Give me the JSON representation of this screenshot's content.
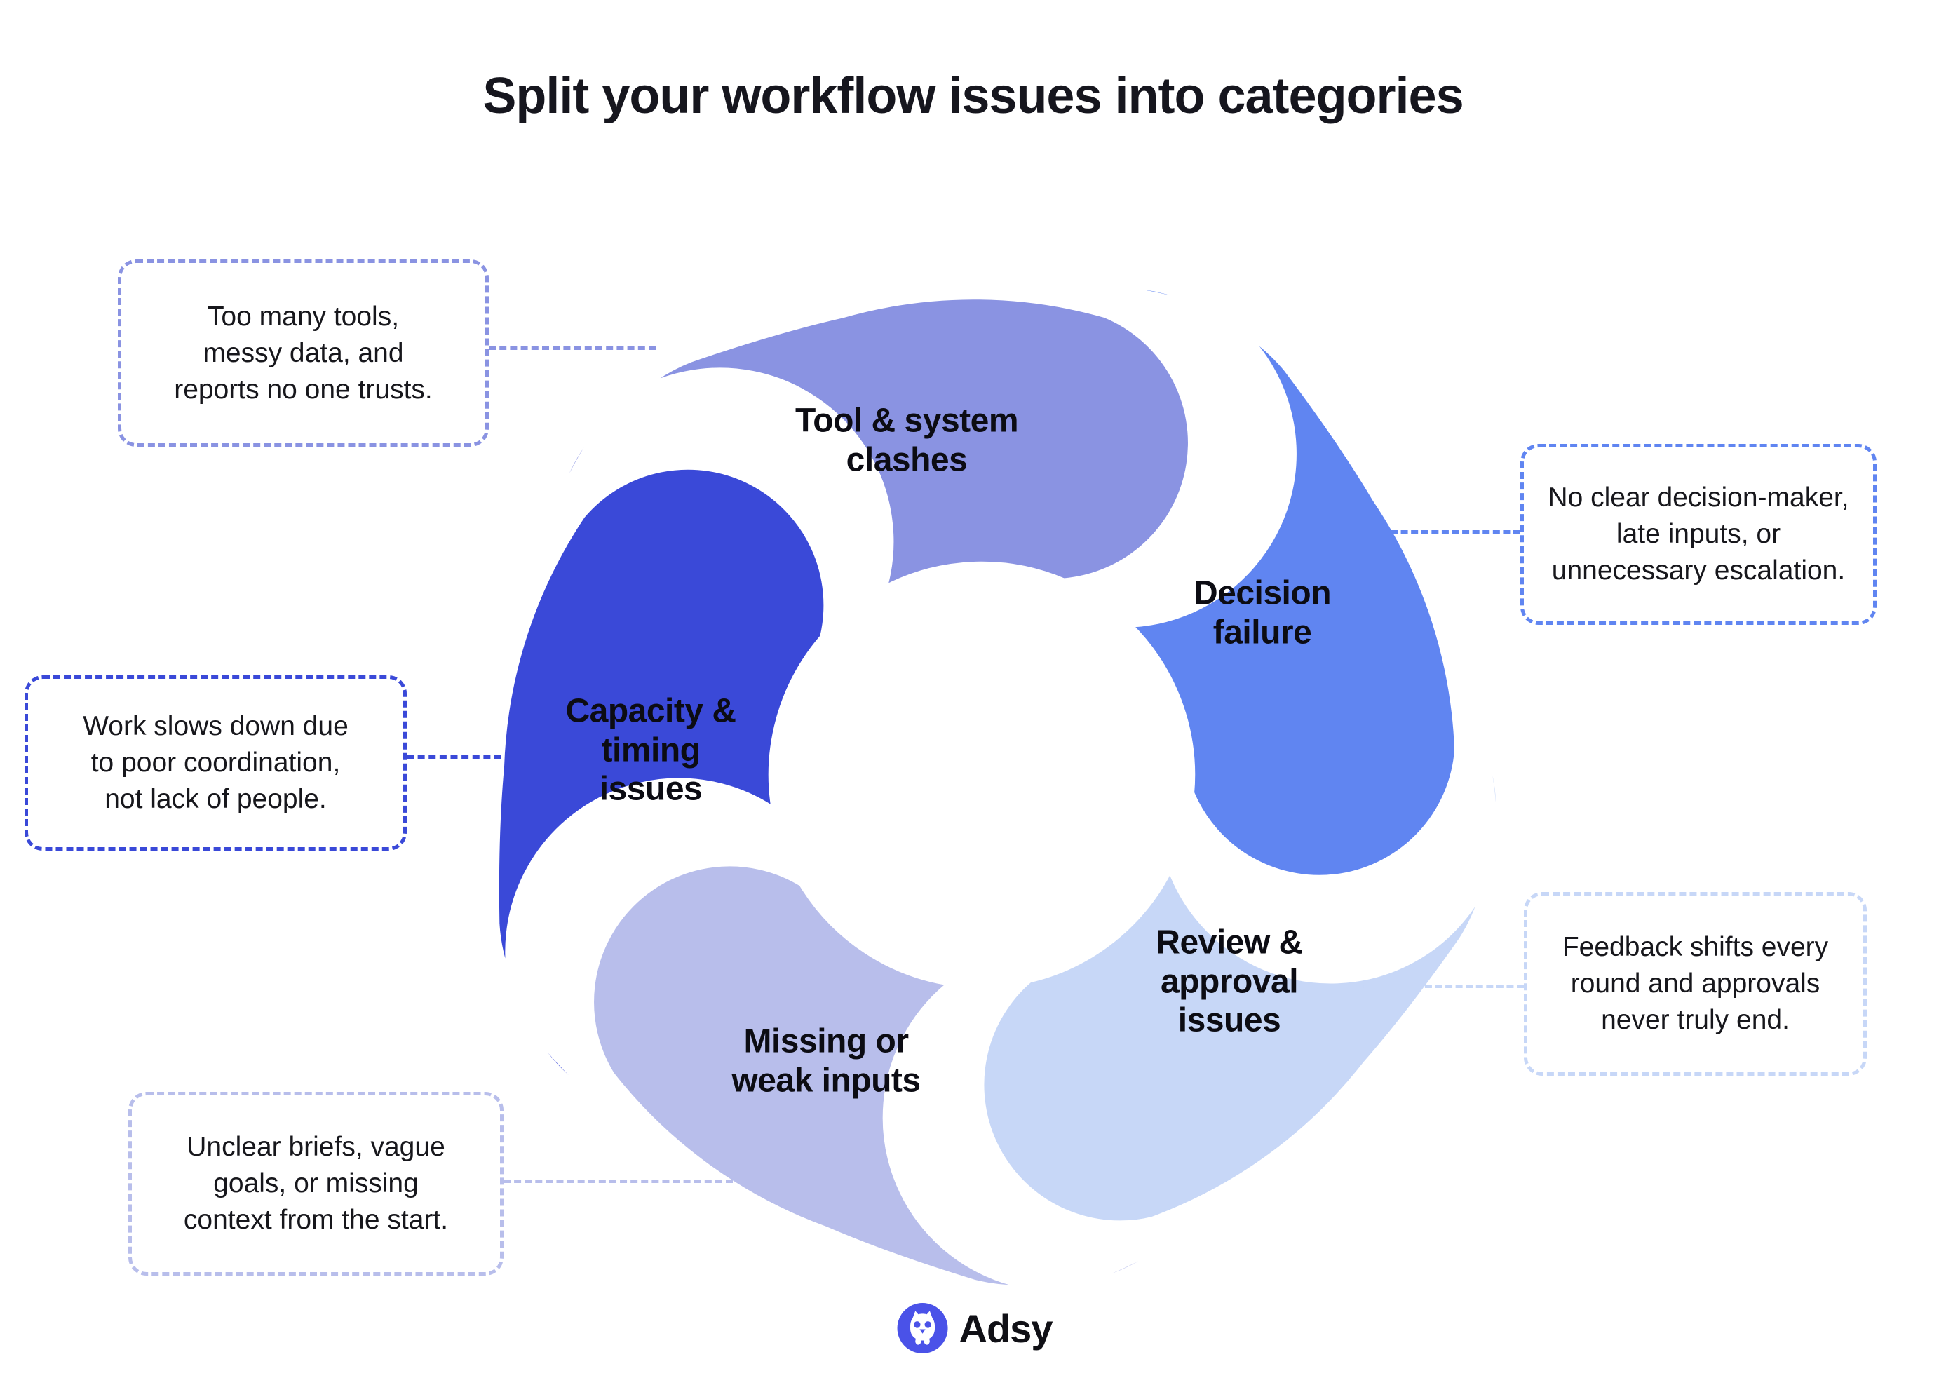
{
  "title": "Split your workflow issues into categories",
  "brand": {
    "name": "Adsy",
    "logo_color": "#4a52e8",
    "logo_icon": "owl-icon"
  },
  "diagram": {
    "type": "cycle",
    "segments": [
      {
        "id": "tool-system-clashes",
        "label": "Tool & system clashes",
        "color": "#8a93e2",
        "rotation": 255,
        "callout": {
          "text": "Too many tools, messy data, and reports no one trusts.",
          "border_color": "#8a93e2"
        }
      },
      {
        "id": "decision-failure",
        "label": "Decision failure",
        "color": "#6085f1",
        "rotation": 327,
        "callout": {
          "text": "No clear decision-maker, late inputs, or unnecessary escalation.",
          "border_color": "#6085f1"
        }
      },
      {
        "id": "review-approval-issues",
        "label": "Review & approval issues",
        "color": "#c7d7f7",
        "rotation": 39,
        "callout": {
          "text": "Feedback shifts every round and approvals never truly end.",
          "border_color": "#c7d7f7"
        }
      },
      {
        "id": "missing-weak-inputs",
        "label": "Missing or weak inputs",
        "color": "#b8beeb",
        "rotation": 111,
        "callout": {
          "text": "Unclear briefs, vague goals, or missing context from the start.",
          "border_color": "#b8beeb"
        }
      },
      {
        "id": "capacity-timing-issues",
        "label": "Capacity & timing issues",
        "color": "#3a49d8",
        "rotation": 183,
        "callout": {
          "text": "Work slows down due to poor coordination, not lack of people.",
          "border_color": "#3a49d8"
        }
      }
    ]
  }
}
